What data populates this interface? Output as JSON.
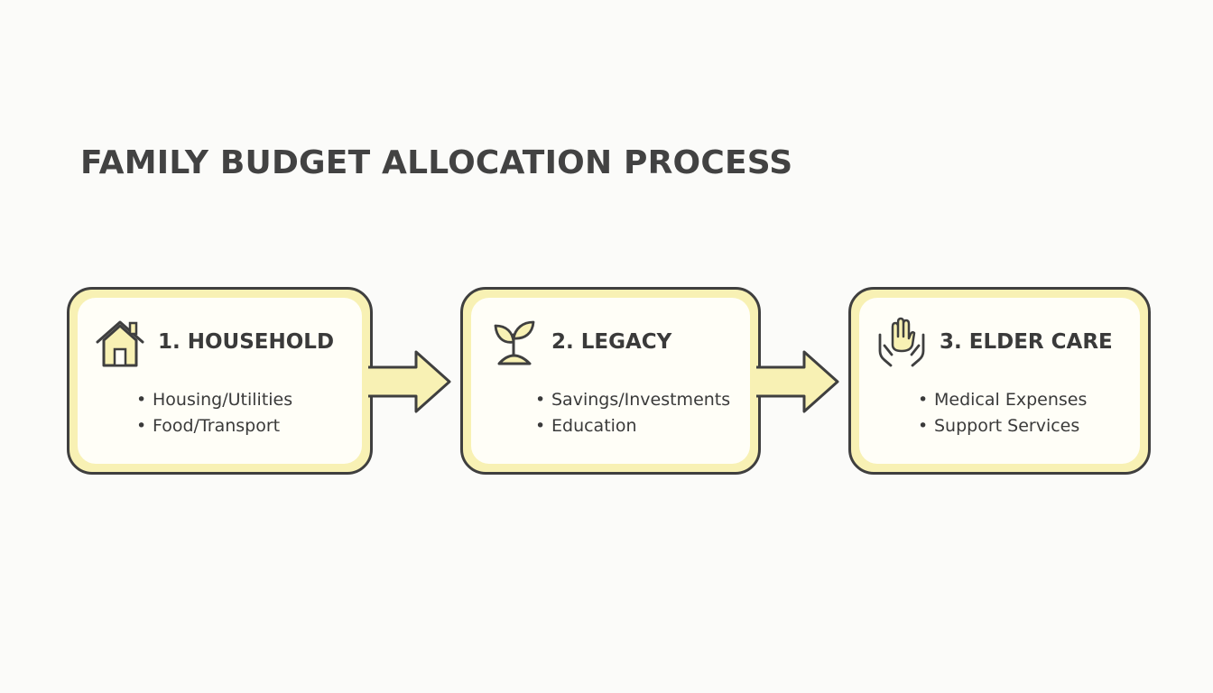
{
  "title": "FAMILY BUDGET ALLOCATION PROCESS",
  "colors": {
    "background": "#fbfbf9",
    "card_fill": "#f8f1b4",
    "card_inner": "#fffef7",
    "outline": "#3f3f3f",
    "text": "#3a3a3a"
  },
  "steps": [
    {
      "title": "1. HOUSEHOLD",
      "icon": "house-icon",
      "items": [
        "Housing/Utilities",
        "Food/Transport"
      ]
    },
    {
      "title": "2. LEGACY",
      "icon": "sprout-icon",
      "items": [
        "Savings/Investments",
        "Education"
      ]
    },
    {
      "title": "3. ELDER CARE",
      "icon": "caring-hands-icon",
      "items": [
        "Medical Expenses",
        "Support Services"
      ]
    }
  ]
}
